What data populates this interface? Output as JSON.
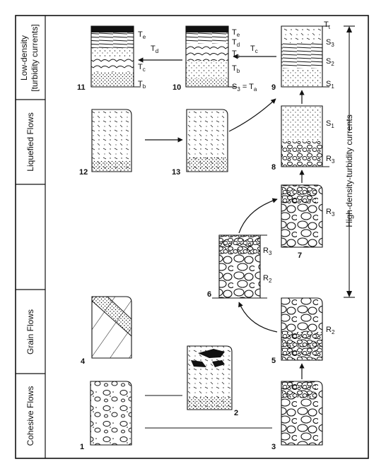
{
  "categories": [
    {
      "line1": "Low-density",
      "line2": "[turbidity currents]"
    },
    {
      "line1": "Liquefied Flows",
      "line2": ""
    },
    {
      "line1": "",
      "line2": ""
    },
    {
      "line1": "Grain Flows",
      "line2": ""
    },
    {
      "line1": "Cohesive Flows",
      "line2": ""
    }
  ],
  "right_label": "High-density-turbidity currents",
  "columns": [
    {
      "number": "1"
    },
    {
      "number": "2"
    },
    {
      "number": "3"
    },
    {
      "number": "4"
    },
    {
      "number": "5"
    },
    {
      "number": "6"
    },
    {
      "number": "7"
    },
    {
      "number": "8"
    },
    {
      "number": "9"
    },
    {
      "number": "10"
    },
    {
      "number": "11"
    },
    {
      "number": "12"
    },
    {
      "number": "13"
    }
  ],
  "divisions": {
    "col11": [
      "Te",
      "Td",
      "Tc",
      "Tb"
    ],
    "col10": [
      "Te",
      "Td",
      "Tc",
      "Tb",
      "S3 = Ta"
    ],
    "col9": [
      "Tt",
      "S3",
      "S2",
      "S1"
    ],
    "col8": [
      "S1",
      "R3"
    ],
    "col7": [
      "R3"
    ],
    "col6": [
      "R3",
      "R2"
    ],
    "col5": [
      "R2"
    ]
  },
  "arrow_labels": {
    "td": "Td",
    "tc": "Tc"
  }
}
